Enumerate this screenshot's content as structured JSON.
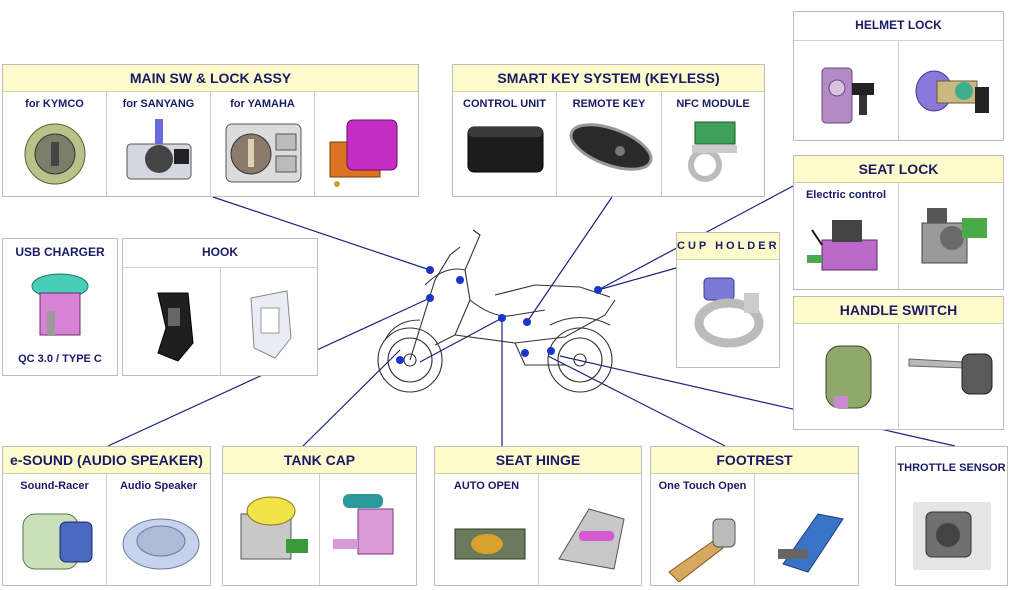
{
  "helmet_lock": {
    "title": "HELMET LOCK"
  },
  "main_sw": {
    "title": "MAIN SW & LOCK ASSY",
    "cells": [
      "for  KYMCO",
      "for  SANYANG",
      "for  YAMAHA",
      ""
    ]
  },
  "smart_key": {
    "title": "SMART KEY SYSTEM (KEYLESS)",
    "cells": [
      "CONTROL UNIT",
      "REMOTE KEY",
      "NFC  MODULE"
    ]
  },
  "seat_lock": {
    "title": "SEAT LOCK",
    "cells": [
      "Electric control",
      ""
    ]
  },
  "usb_charger": {
    "title": "USB CHARGER",
    "note": "QC 3.0 / TYPE C"
  },
  "hook": {
    "title": "HOOK"
  },
  "cup_holder": {
    "title": "CUP  HOLDER"
  },
  "handle_switch": {
    "title": "HANDLE SWITCH"
  },
  "e_sound": {
    "title": "e-SOUND (AUDIO SPEAKER)",
    "cells": [
      "Sound-Racer",
      "Audio Speaker"
    ]
  },
  "tank_cap": {
    "title": "TANK CAP"
  },
  "seat_hinge": {
    "title": "SEAT HINGE",
    "cells": [
      "AUTO OPEN",
      ""
    ]
  },
  "footrest": {
    "title": "FOOTREST",
    "cells": [
      "One Touch Open",
      ""
    ]
  },
  "throttle_sensor": {
    "title": "THROTTLE  SENSOR"
  },
  "colors": {
    "header_bg": "#fdfbcc",
    "header_text": "#1a1a66",
    "leader_line": "#1a237e",
    "marker": "#1a35c8"
  }
}
